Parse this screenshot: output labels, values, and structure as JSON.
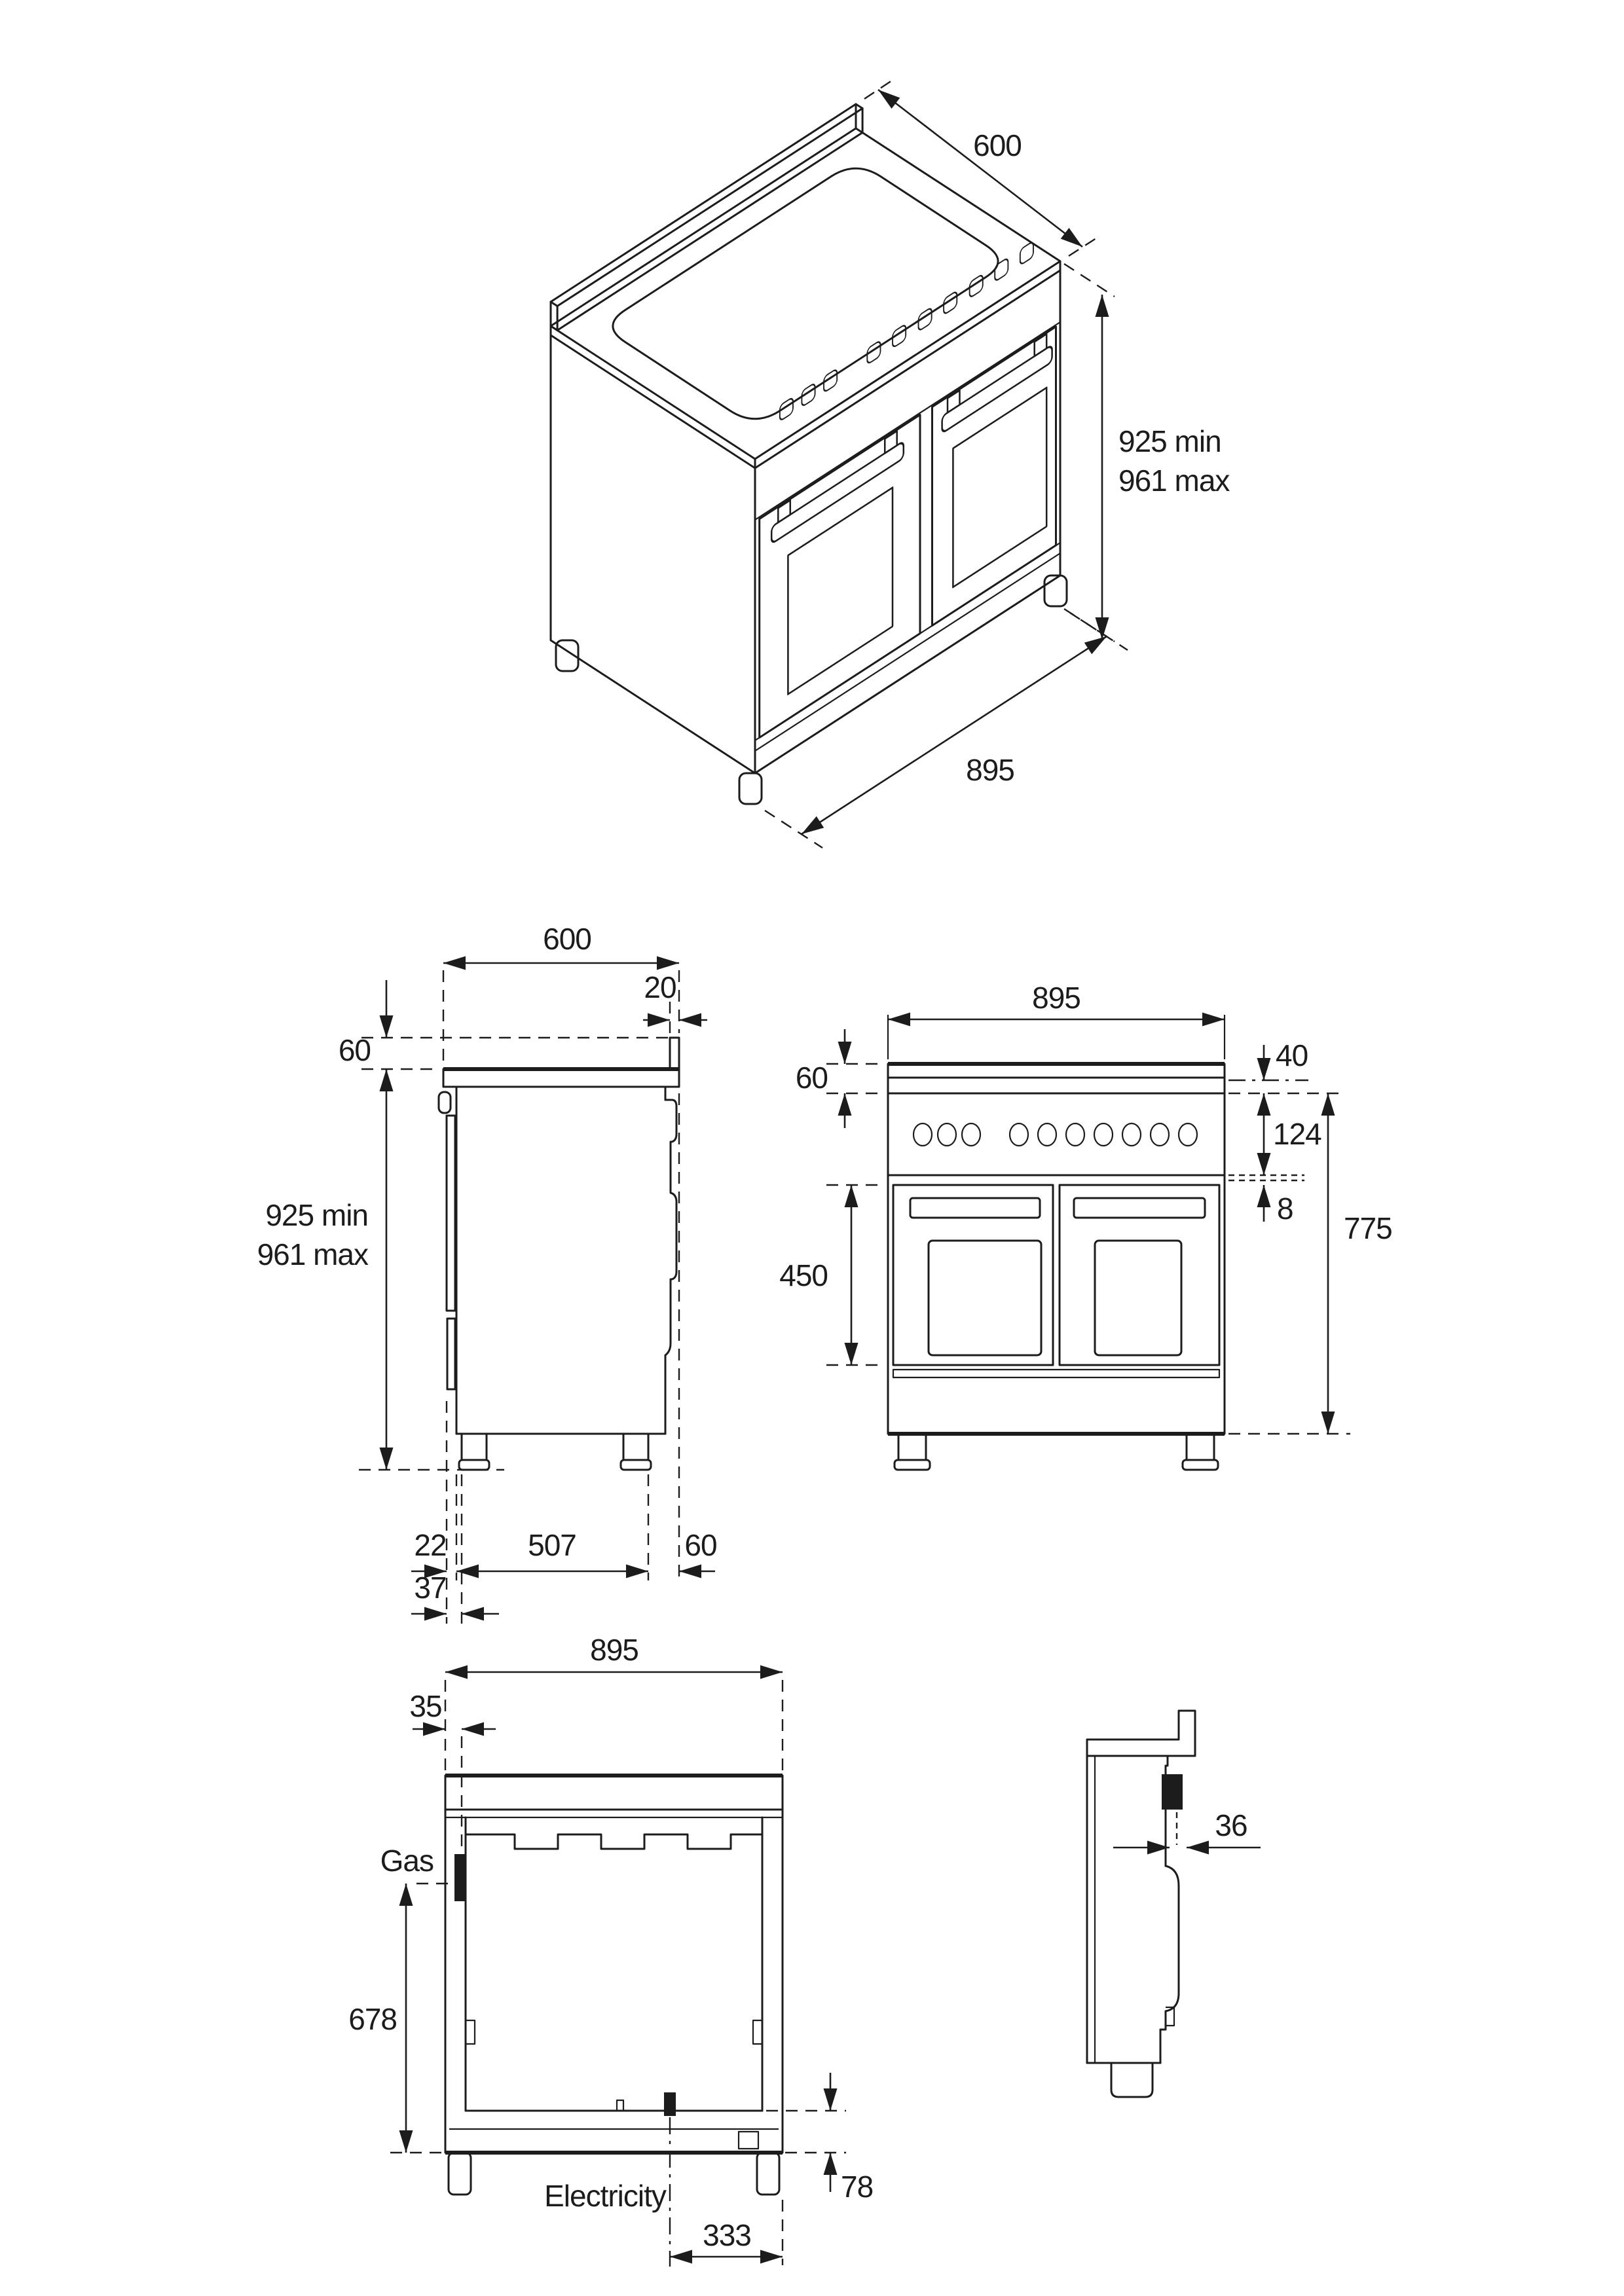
{
  "drawing": {
    "background": "#ffffff",
    "line_color": "#1c1c1c",
    "subject": "double-oven range cooker installation dimensions"
  },
  "isometric": {
    "depth": "600",
    "height_min": "925 min",
    "height_max": "961 max",
    "width": "895"
  },
  "side": {
    "depth": "600",
    "splash_thickness": "20",
    "splash_height": "60",
    "height_min": "925 min",
    "height_max": "961 max",
    "door_offset": "22",
    "feet_span": "507",
    "rear_offset": "60",
    "handle_offset": "37"
  },
  "front": {
    "width": "895",
    "top_band": "60",
    "hob_edge": "40",
    "panel_height": "124",
    "panel_gap": "8",
    "door_height": "450",
    "body_height": "775"
  },
  "plan": {
    "width": "895",
    "gas_offset": "35",
    "gas_label": "Gas",
    "inner_depth": "678",
    "electricity_label": "Electricity",
    "electricity_offset": "333",
    "foot_height": "78"
  },
  "profile": {
    "connector_offset": "36"
  }
}
